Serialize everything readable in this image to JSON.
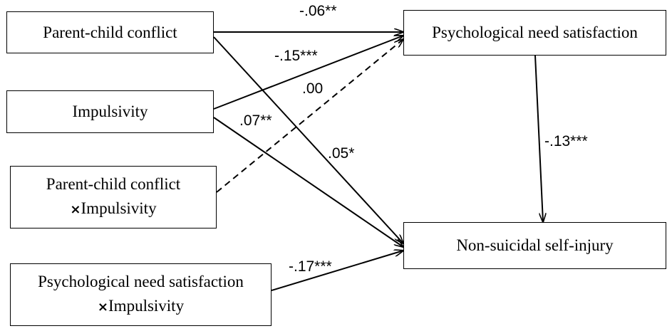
{
  "nodes": {
    "pcc": {
      "label": "Parent-child conflict"
    },
    "imp": {
      "label": "Impulsivity"
    },
    "pcc_x_imp": {
      "line1": "Parent-child conflict",
      "mult": "×",
      "line2": "Impulsivity"
    },
    "pns_x_imp": {
      "line1": "Psychological need satisfaction",
      "mult": "×",
      "line2": "Impulsivity"
    },
    "pns": {
      "label": "Psychological need satisfaction"
    },
    "nssi": {
      "label": "Non-suicidal self-injury"
    }
  },
  "paths": [
    {
      "from": "pcc",
      "to": "pns",
      "coef": "-.06**",
      "style": "solid"
    },
    {
      "from": "imp",
      "to": "pns",
      "coef": "-.15***",
      "style": "solid"
    },
    {
      "from": "pcc_x_imp",
      "to": "pns",
      "coef": ".00",
      "style": "dashed"
    },
    {
      "from": "imp",
      "to": "nssi",
      "coef": ".07**",
      "style": "solid"
    },
    {
      "from": "pcc",
      "to": "nssi",
      "coef": ".05*",
      "style": "solid"
    },
    {
      "from": "pns",
      "to": "nssi",
      "coef": "-.13***",
      "style": "solid"
    },
    {
      "from": "pns_x_imp",
      "to": "nssi",
      "coef": "-.17***",
      "style": "solid"
    }
  ]
}
